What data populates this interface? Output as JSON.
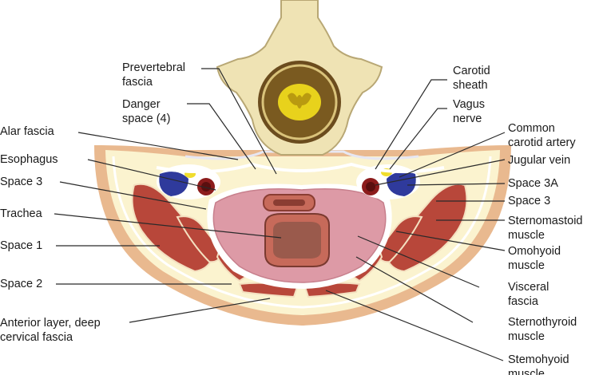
{
  "labels": {
    "prevertebral_fascia": "Prevertebral\nfascia",
    "danger_space": "Danger\nspace (4)",
    "alar_fascia": "Alar fascia",
    "esophagus": "Esophagus",
    "space_3_left": "Space 3",
    "trachea": "Trachea",
    "space_1": "Space 1",
    "space_2": "Space 2",
    "anterior_layer": "Anterior layer, deep\ncervical fascia",
    "carotid_sheath": "Carotid\nsheath",
    "vagus_nerve": "Vagus\nnerve",
    "common_carotid": "Common\ncarotid artery",
    "jugular_vein": "Jugular vein",
    "space_3a": "Space 3A",
    "space_3_right": "Space 3",
    "sternomastoid": "Sternomastoid\nmuscle",
    "omohyoid": "Omohyoid\nmuscle",
    "visceral_fascia": "Visceral\nfascia",
    "sternothyroid": "Sternothyroid\nmuscle",
    "sternohyoid": "Stemohyoid\nmuscle"
  },
  "colors": {
    "bone": "#efe3b4",
    "bone_edge": "#b8a774",
    "spinal_cord": "#e8d21c",
    "skin": "#e9b98f",
    "subcutaneous": "#fbf3cf",
    "muscle": "#b8473a",
    "thyroid": "#dd9aa6",
    "trachea": "#9a5a4c",
    "fascia_line": "#ffffff",
    "vein": "#2f3a9c",
    "artery": "#8c1c1c",
    "nerve": "#f0dd2e"
  }
}
